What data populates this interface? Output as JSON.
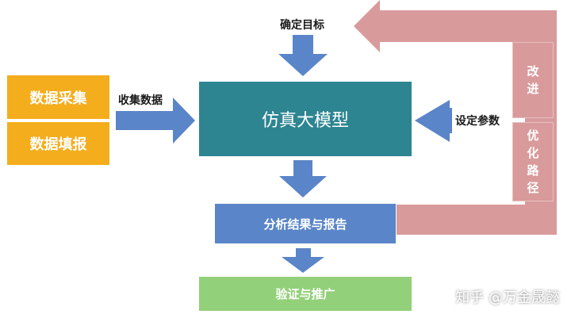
{
  "colors": {
    "orange": "#f4ad1c",
    "teal": "#2e8592",
    "blue": "#5a85c8",
    "pink": "#d99a9b",
    "green": "#93d07a"
  },
  "sources": {
    "collect": "数据采集",
    "fill": "数据填报"
  },
  "labels": {
    "goal": "确定目标",
    "gather": "收集数据",
    "params": "设定参数"
  },
  "model": "仿真大模型",
  "analysis": "分析结果与报告",
  "validate": "验证与推广",
  "feedback": {
    "improve": "改进",
    "optimize": "优化路径"
  },
  "watermark": "知乎 @万金晟懿"
}
